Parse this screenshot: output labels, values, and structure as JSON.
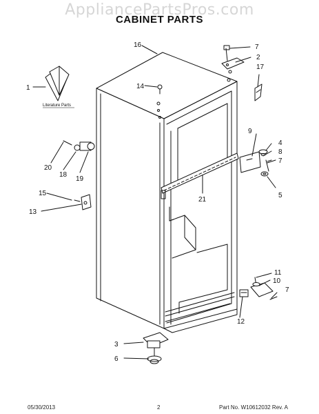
{
  "header": {
    "watermark": "AppliancePartsPros.com",
    "title": "CABINET PARTS"
  },
  "footer": {
    "date": "05/30/2013",
    "page": "2",
    "part_number": "Part No. W10612032  Rev. A"
  },
  "literature_label": "Literature Parts",
  "callouts": {
    "c1": "1",
    "c2": "2",
    "c3": "3",
    "c4": "4",
    "c5": "5",
    "c6": "6",
    "c7a": "7",
    "c7b": "7",
    "c7c": "7",
    "c8": "8",
    "c9": "9",
    "c10": "10",
    "c11": "11",
    "c12": "12",
    "c13": "13",
    "c14": "14",
    "c15": "15",
    "c16": "16",
    "c17": "17",
    "c18": "18",
    "c19": "19",
    "c20": "20",
    "c21": "21"
  },
  "colors": {
    "line": "#111111",
    "watermark": "#d6d6d6",
    "background": "#ffffff"
  }
}
